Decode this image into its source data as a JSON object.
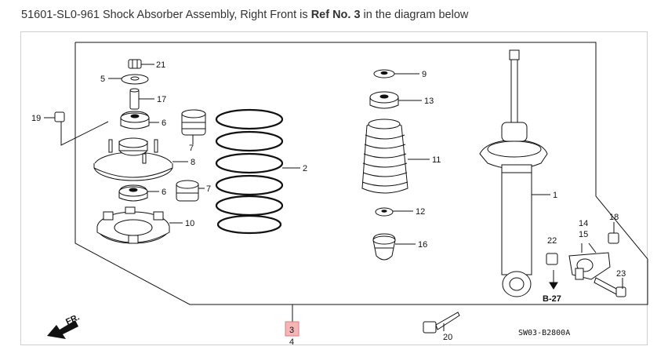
{
  "caption": {
    "part_prefix": "51601-SL0-961 Shock Absorber Assembly, Right Front is ",
    "ref_text": "Ref No. 3",
    "suffix": " in the diagram below"
  },
  "callouts": {
    "n1": "1",
    "n2": "2",
    "n3": "3",
    "n4": "4",
    "n5": "5",
    "n6a": "6",
    "n6b": "6",
    "n7a": "7",
    "n7b": "7",
    "n8": "8",
    "n9": "9",
    "n10": "10",
    "n11": "11",
    "n12": "12",
    "n13": "13",
    "n14": "14",
    "n15": "15",
    "n16": "16",
    "n17": "17",
    "n18": "18",
    "n19": "19",
    "n20": "20",
    "n21": "21",
    "n22": "22",
    "n23": "23"
  },
  "highlight_ref": "3",
  "ref_label": "B-27",
  "front_label": "FR.",
  "drawing_code": "SW03-B2800A",
  "colors": {
    "highlight": "#f4b6b6",
    "highlight_border": "#e07a7a",
    "line": "#111111"
  }
}
